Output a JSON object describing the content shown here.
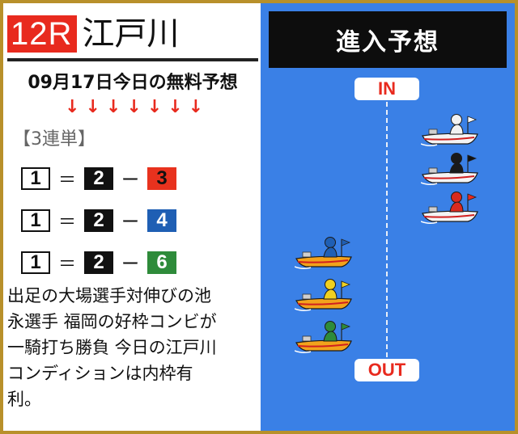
{
  "race": {
    "number": "12R",
    "venue": "江戸川"
  },
  "forecast": {
    "date_title": "09月17日今日の無料予想",
    "arrow": "↓",
    "bet_type": "【3連単】",
    "combos": [
      {
        "first": "1",
        "second": "2",
        "third": "3",
        "eq": "＝",
        "dash": "ー"
      },
      {
        "first": "1",
        "second": "2",
        "third": "4",
        "eq": "＝",
        "dash": "ー"
      },
      {
        "first": "1",
        "second": "2",
        "third": "6",
        "eq": "＝",
        "dash": "ー"
      }
    ],
    "comment_lines": [
      "出足の大場選手対伸びの池",
      "永選手 福岡の好枠コンビが",
      "一騎打ち勝負 今日の江戸川",
      "コンディションは内枠有",
      "利。"
    ]
  },
  "entry_panel": {
    "title": "進入予想",
    "in_label": "IN",
    "out_label": "OUT",
    "boats": [
      {
        "lane": 1,
        "racer_color": "#f2f2f2",
        "flag_color": "#ffffff",
        "pos": "inner"
      },
      {
        "lane": 2,
        "racer_color": "#1a1a1a",
        "flag_color": "#111111",
        "pos": "inner"
      },
      {
        "lane": 3,
        "racer_color": "#d92a1e",
        "flag_color": "#e82a1e",
        "pos": "inner"
      },
      {
        "lane": 4,
        "racer_color": "#1f5fb4",
        "flag_color": "#1f5fb4",
        "pos": "outer"
      },
      {
        "lane": 5,
        "racer_color": "#f0d020",
        "flag_color": "#f0d020",
        "pos": "outer"
      },
      {
        "lane": 6,
        "racer_color": "#2e8b3a",
        "flag_color": "#2e8b3a",
        "pos": "outer"
      }
    ]
  },
  "colors": {
    "brand_red": "#e82a1e",
    "panel_blue": "#3a80e6",
    "frame_gold": "#b8902a",
    "inner_hull": "#f4f4f4",
    "outer_hull": "#f2a31c"
  }
}
